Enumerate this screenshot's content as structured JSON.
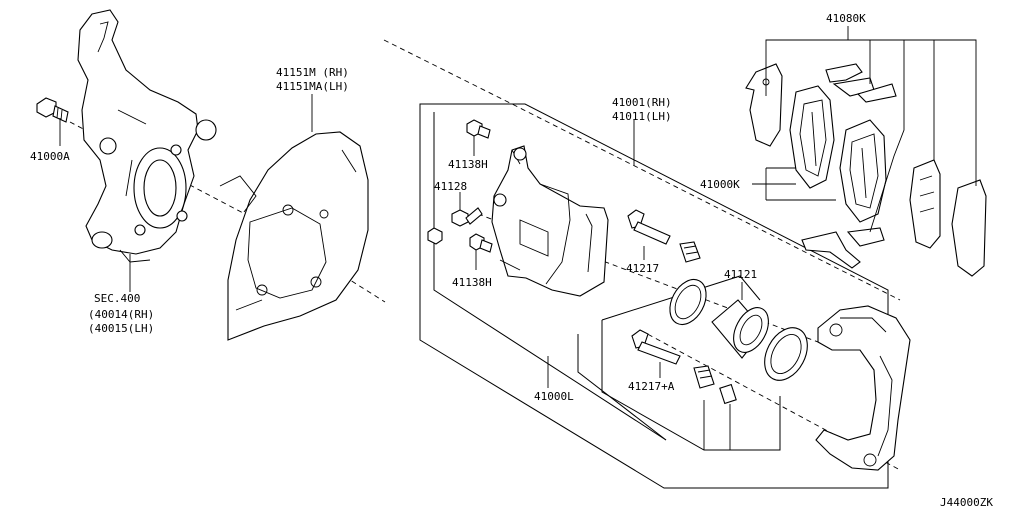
{
  "diagram_code": "J44000ZK",
  "labels": {
    "bolt": "41000A",
    "knuckle_sec": "SEC.400",
    "knuckle_rh": "(40014(RH)",
    "knuckle_lh": "(40015(LH)",
    "plate_rh": "41151M (RH)",
    "plate_lh": "41151MA(LH)",
    "caliper_rh": "41001(RH)",
    "caliper_lh": "41011(LH)",
    "bleeder_top": "41138H",
    "bleeder_screw": "41128",
    "bleeder_bottom": "41138H",
    "pin_upper": "41217",
    "piston": "41121",
    "pin_lower": "41217+A",
    "assembly": "41000L",
    "pad_kit": "41080K",
    "pad_set": "41000K"
  }
}
